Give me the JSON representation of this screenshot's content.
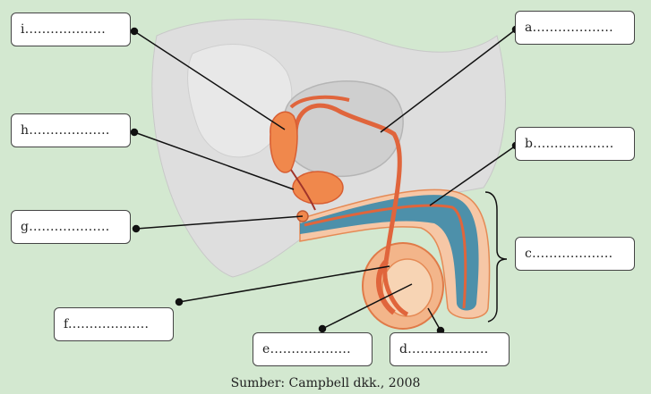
{
  "labels": {
    "i": "i...................",
    "h": "h...................",
    "g": "g...................",
    "f": "f...................",
    "e": "e...................",
    "d": "d...................",
    "c": "c...................",
    "b": "b...................",
    "a": "a..................."
  },
  "caption": "Sumber: Campbell dkk., 2008",
  "colors": {
    "background": "#d3e8d0",
    "tissue": "#dcdcdc",
    "duct": "#e0653c",
    "gland": "#f0884c",
    "spongy": "#2f86aa",
    "leader": "#111111"
  }
}
